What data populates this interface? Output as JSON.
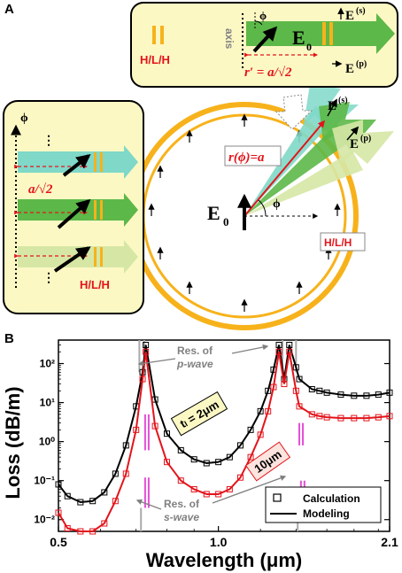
{
  "panel_a": {
    "letter": "A",
    "top_inset": {
      "stack_label": "H/L/H",
      "axis_label": "axis",
      "phi": "ϕ",
      "field": "E",
      "field_sub": "0",
      "es_label": "E",
      "es_sup": "(s)",
      "ep_label": "E",
      "ep_sup": "(p)",
      "r_prime_label": "r′ = a/√2"
    },
    "left_inset": {
      "phi": "ϕ",
      "dots": "⋮",
      "spacing_label": "a/√2",
      "stack_label": "H/L/H"
    },
    "ring": {
      "center_field": "E",
      "center_sub": "0",
      "radius_label": "r(ϕ)=a",
      "phi": "ϕ",
      "es_label": "E",
      "es_sup": "(s)",
      "ep_label": "E",
      "ep_sup": "(p)",
      "stack_label": "H/L/H"
    }
  },
  "panel_b": {
    "letter": "B",
    "res_p_line1": "Res. of",
    "res_p_line2": "p-wave",
    "res_s_line1": "Res. of",
    "res_s_line2": "s-wave",
    "label_2um": "tₗ = 2μm",
    "label_10um": "10μm",
    "legend": {
      "calculation": "Calculation",
      "modeling": "Modeling"
    }
  },
  "chart_data": {
    "type": "line",
    "title": "",
    "xlabel": "Wavelength (μm)",
    "ylabel": "Loss (dB/m)",
    "x_scale": "log",
    "y_scale": "log",
    "xlim": [
      0.5,
      2.1
    ],
    "ylim": [
      0.005,
      400
    ],
    "x_tick_labels": [
      "0.5",
      "1.0",
      "2.1"
    ],
    "y_tick_labels": [
      "10⁻²",
      "10⁻¹",
      "10⁰",
      "10¹",
      "10²"
    ],
    "series": [
      {
        "name": "tₗ = 2μm",
        "color": "#000000",
        "x": [
          0.5,
          0.52,
          0.55,
          0.58,
          0.61,
          0.64,
          0.67,
          0.7,
          0.72,
          0.73,
          0.76,
          0.8,
          0.85,
          0.9,
          0.95,
          1.0,
          1.05,
          1.1,
          1.15,
          1.2,
          1.24,
          1.27,
          1.3,
          1.33,
          1.36,
          1.4,
          1.42,
          1.5,
          1.55,
          1.6,
          1.7,
          1.8,
          1.9,
          2.0,
          2.1
        ],
        "y": [
          0.08,
          0.04,
          0.028,
          0.03,
          0.05,
          0.15,
          0.8,
          8,
          60,
          300,
          12,
          1.6,
          0.6,
          0.35,
          0.28,
          0.3,
          0.4,
          0.8,
          2,
          6,
          20,
          70,
          300,
          40,
          300,
          80,
          40,
          22,
          20,
          18,
          16,
          15,
          15,
          16,
          18
        ],
        "marker": "open-square"
      },
      {
        "name": "10μm",
        "color": "#e3141b",
        "x": [
          0.5,
          0.52,
          0.55,
          0.58,
          0.61,
          0.64,
          0.67,
          0.7,
          0.72,
          0.73,
          0.76,
          0.8,
          0.85,
          0.9,
          0.95,
          1.0,
          1.05,
          1.1,
          1.15,
          1.2,
          1.24,
          1.27,
          1.3,
          1.33,
          1.36,
          1.4,
          1.42,
          1.5,
          1.55,
          1.6,
          1.7,
          1.8,
          1.9,
          2.0,
          2.1
        ],
        "y": [
          0.015,
          0.006,
          0.004,
          0.0045,
          0.008,
          0.03,
          0.15,
          2,
          40,
          200,
          2.5,
          0.3,
          0.1,
          0.06,
          0.045,
          0.045,
          0.06,
          0.12,
          0.4,
          1.5,
          6,
          25,
          200,
          30,
          200,
          20,
          8,
          5,
          4.5,
          4.2,
          4,
          4,
          4,
          4.2,
          4.5
        ],
        "marker": "open-square"
      }
    ],
    "resonances": {
      "p_wave_x": [
        0.71,
        0.725,
        1.32,
        1.4
      ],
      "s_wave_x": [
        0.715,
        1.41
      ]
    },
    "legend_position": "bottom-right"
  },
  "colors": {
    "red": "#e3141b",
    "black": "#000000",
    "ring_orange": "#f7b21b",
    "inset_bg": "#fcf8c4",
    "beam_green": "#5cb848",
    "beam_teal": "#7fd8c8",
    "beam_lightgreen": "#d6e7a5",
    "magenta": "#e44fd6",
    "gray": "#999999"
  }
}
